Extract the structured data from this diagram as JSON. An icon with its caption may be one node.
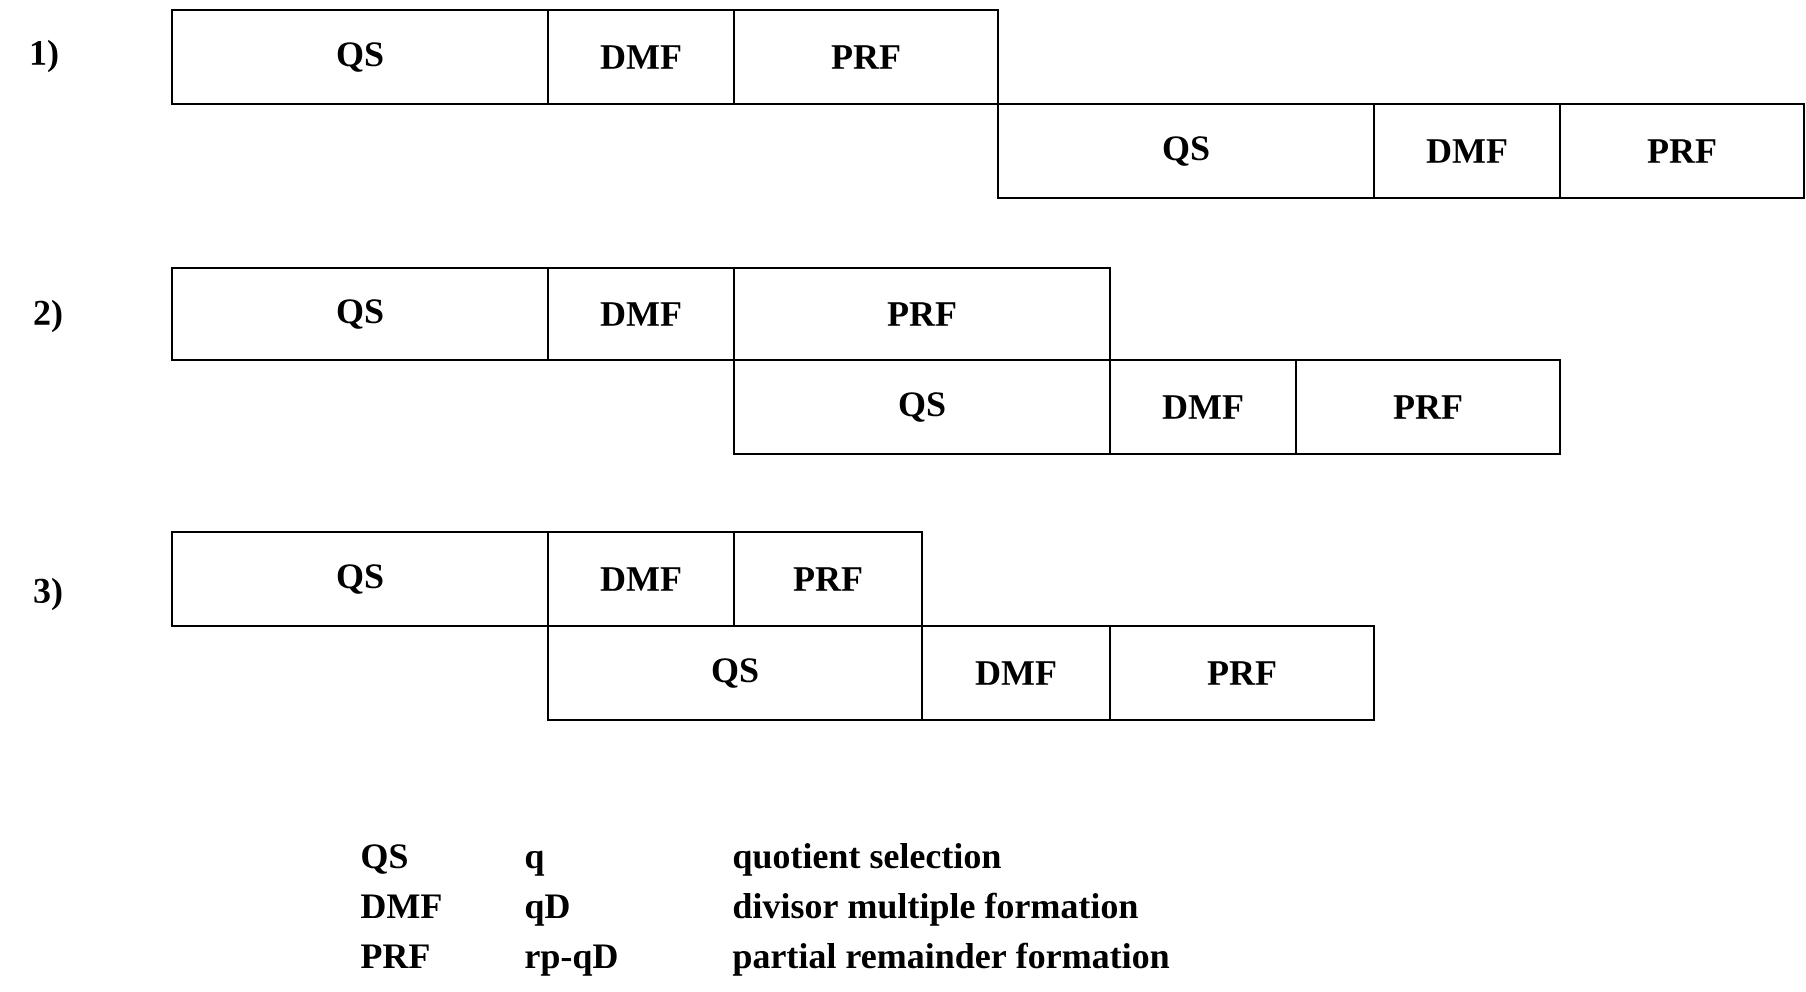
{
  "diagram": {
    "nodes": [
      {
        "text": [
          "QS"
        ]
      },
      {
        "text": [
          "DMF"
        ]
      },
      {
        "text": [
          "PRF"
        ]
      },
      {
        "text": [
          "QS"
        ]
      },
      {
        "text": [
          "DMF"
        ]
      },
      {
        "text": [
          "PRF"
        ]
      },
      {
        "text": [
          "QS"
        ]
      },
      {
        "text": [
          "DMF"
        ]
      },
      {
        "text": [
          "PRF"
        ]
      },
      {
        "text": [
          "QS"
        ]
      },
      {
        "text": [
          "DMF"
        ]
      },
      {
        "text": [
          "PRF"
        ]
      },
      {
        "text": [
          "QS"
        ]
      },
      {
        "text": [
          "DMF"
        ]
      },
      {
        "text": [
          "PRF"
        ]
      },
      {
        "text": [
          "QS"
        ]
      },
      {
        "text": [
          "DMF"
        ]
      },
      {
        "text": [
          "PRF"
        ]
      }
    ],
    "labels": [
      "1)",
      "2)",
      "3)",
      "QS",
      "q",
      "quotient selection",
      "DMF",
      "qD",
      "divisor multiple formation",
      "PRF",
      "rp-qD",
      "partial remainder formation"
    ]
  }
}
